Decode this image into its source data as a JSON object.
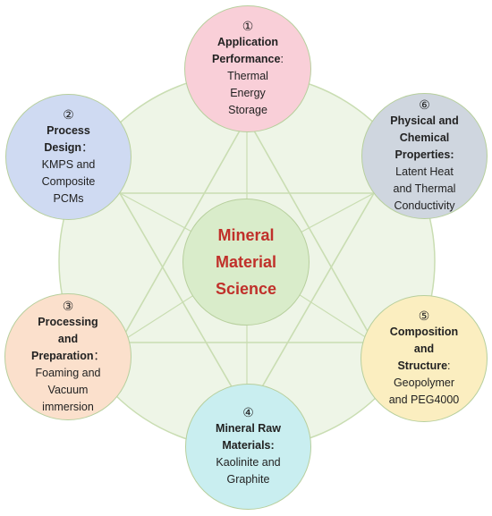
{
  "colors": {
    "line": "#c9ddb2",
    "ring_fill": "#eef5e7",
    "center_fill": "#d9ecca",
    "center_text": "#c0302a",
    "node_top": "#f9cfd8",
    "node_upper_right": "#cfd6df",
    "node_lower_right": "#fbeec0",
    "node_bottom": "#c9eef0",
    "node_lower_left": "#fbe0cc",
    "node_upper_left": "#cfdaf2"
  },
  "center": {
    "lines": [
      "Mineral",
      "Material",
      "Science"
    ]
  },
  "nodes": {
    "top": {
      "num": "①",
      "title": [
        "Application",
        "Performance"
      ],
      "title_suffix": ":",
      "desc": [
        "Thermal",
        "Energy",
        "Storage"
      ]
    },
    "upper_left": {
      "num": "②",
      "title": [
        "Process",
        "Design"
      ],
      "title_suffix": "：",
      "desc": [
        "KMPS and",
        "Composite",
        "PCMs"
      ]
    },
    "lower_left": {
      "num": "③",
      "title": [
        "Processing",
        "and",
        "Preparation"
      ],
      "title_suffix": "：",
      "desc": [
        "Foaming and",
        "Vacuum",
        "immersion"
      ]
    },
    "bottom": {
      "num": "④",
      "title": [
        "Mineral Raw",
        "Materials:"
      ],
      "title_suffix": "",
      "desc": [
        "Kaolinite and",
        "Graphite"
      ]
    },
    "lower_right": {
      "num": "⑤",
      "title": [
        "Composition",
        "and",
        "Structure"
      ],
      "title_suffix": ":",
      "desc": [
        "Geopolymer",
        "and PEG4000"
      ]
    },
    "upper_right": {
      "num": "⑥",
      "title": [
        "Physical and",
        "Chemical",
        "Properties:"
      ],
      "title_suffix": "",
      "desc": [
        "Latent Heat",
        "and Thermal",
        "Conductivity"
      ]
    }
  }
}
